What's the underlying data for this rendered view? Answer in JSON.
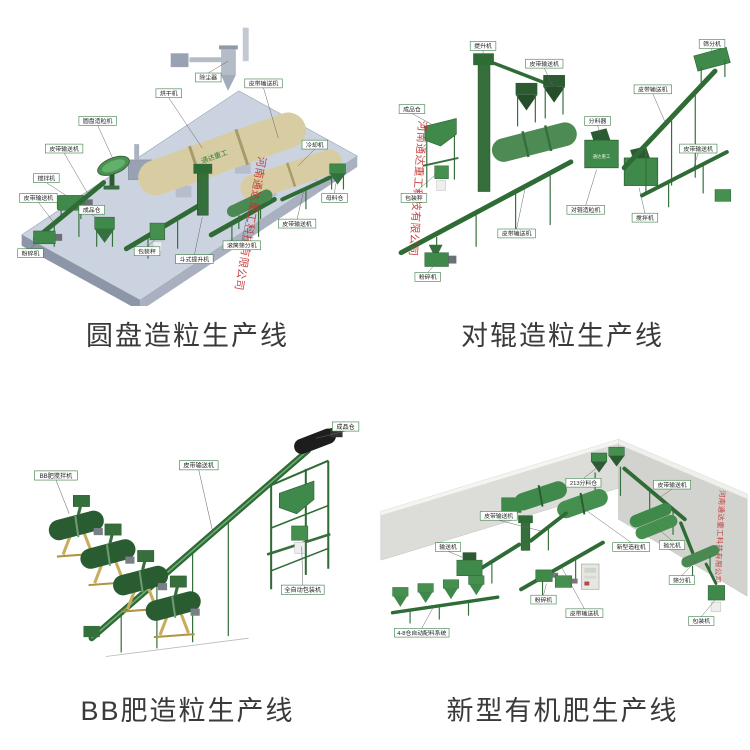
{
  "brand": "通达重工",
  "watermark": {
    "text": "河南通达重工科技有限公司",
    "color": "#c4302e"
  },
  "panels": [
    {
      "id": "disc-granulation-line",
      "caption": "圆盘造粒生产线",
      "labels": [
        "除尘器",
        "烘干机",
        "皮带输送机",
        "圆盘造粒机",
        "皮带输送机",
        "搅拌机",
        "皮带输送机",
        "成品仓",
        "粉碎机",
        "包装秤",
        "斗式提升机",
        "滚筒筛分机",
        "皮带输送机",
        "母料仓",
        "冷却机"
      ]
    },
    {
      "id": "roller-granulation-line",
      "caption": "对辊造粒生产线",
      "labels": [
        "提升机",
        "皮带输送机",
        "成品仓",
        "包装秤",
        "分料器",
        "对辊造粒机",
        "搅拌机",
        "筛分机",
        "皮带输送机",
        "皮带输送机",
        "皮带输送机",
        "粉碎机"
      ]
    },
    {
      "id": "bb-fertilizer-line",
      "caption": "BB肥造粒生产线",
      "labels": [
        "BB肥搅拌机",
        "皮带输送机",
        "成品仓",
        "全自动包装机"
      ]
    },
    {
      "id": "organic-fertilizer-line",
      "caption": "新型有机肥生产线",
      "labels": [
        "213分料仓",
        "新型造粒机",
        "抛光机",
        "皮带输送机",
        "筛分机",
        "包装机",
        "输送机",
        "粉碎机",
        "皮带输送机",
        "4-8仓自动配料系统",
        "皮带输送机"
      ]
    }
  ]
}
